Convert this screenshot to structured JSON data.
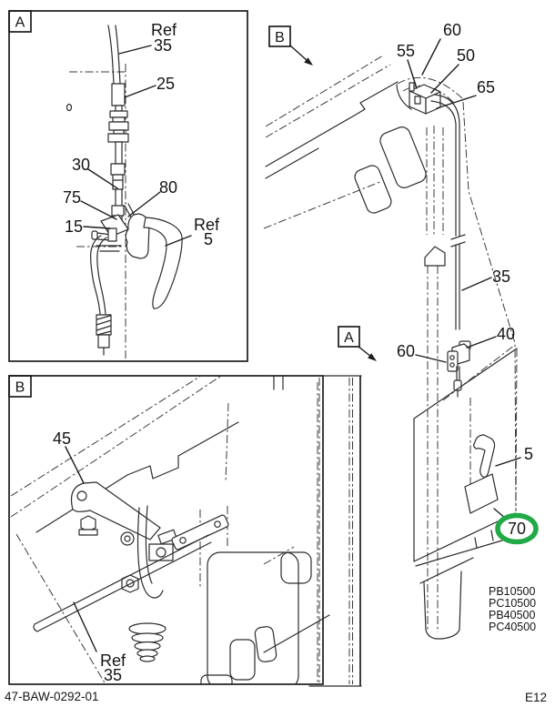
{
  "drawing": {
    "number": "47-BAW-0292-01",
    "page_code": "E12",
    "part_numbers": [
      "PB10500",
      "PC10500",
      "PB40500",
      "PC40500"
    ],
    "highlight_color": "#21a946"
  },
  "inset_a": {
    "view_label": "A",
    "callouts": {
      "ref_35_word": "Ref",
      "ref_35_num": "35",
      "c25": "25",
      "c30": "30",
      "c75": "75",
      "c80": "80",
      "c15": "15",
      "ref_5_word": "Ref",
      "ref_5_num": "5"
    }
  },
  "inset_b": {
    "view_label": "B",
    "callouts": {
      "c45": "45",
      "ref_35_word": "Ref",
      "ref_35_num": "35"
    }
  },
  "main_view": {
    "detail_b_marker": "B",
    "detail_a_marker": "A",
    "callouts": {
      "c55": "55",
      "c60_top": "60",
      "c50": "50",
      "c65": "65",
      "c35": "35",
      "c40": "40",
      "c60_mid": "60",
      "c5": "5",
      "c70": "70"
    }
  }
}
